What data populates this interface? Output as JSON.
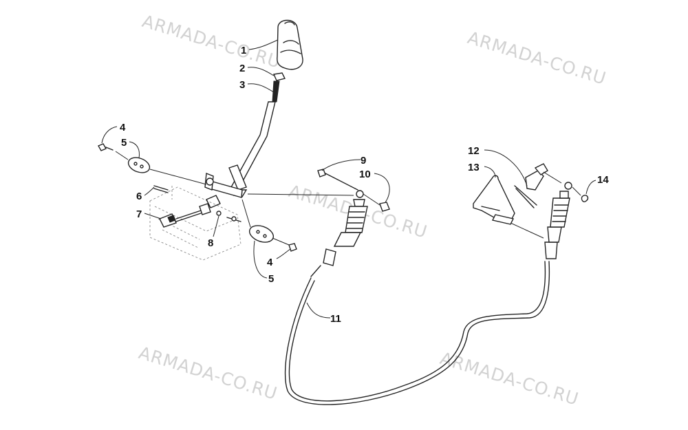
{
  "watermark_text": "ARMADA-CO.RU",
  "callouts": {
    "c1": "1",
    "c2": "2",
    "c3": "3",
    "c4": "4",
    "c5": "5",
    "c6": "6",
    "c7": "7",
    "c8": "8",
    "c9": "9",
    "c10": "10",
    "c11": "11",
    "c12": "12",
    "c13": "13",
    "c14": "14"
  }
}
